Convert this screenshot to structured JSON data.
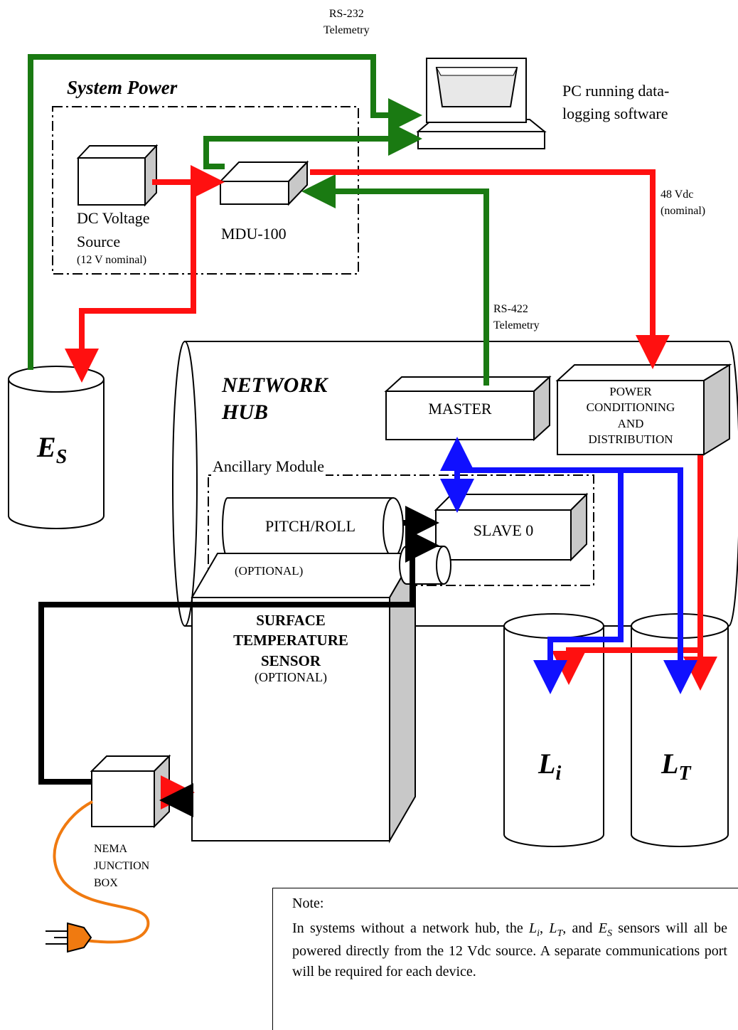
{
  "labels": {
    "rs232": "RS-232",
    "rs232_telemetry": "Telemetry",
    "pc_line1": "PC running data-",
    "pc_line2": "logging software",
    "system_power": "System Power",
    "dc_line1": "DC Voltage",
    "dc_line2": "Source",
    "dc_nominal": "(12 V nominal)",
    "mdu": "MDU-100",
    "vdc48": "48 Vdc",
    "vdc48_nominal": "(nominal)",
    "rs422": "RS-422",
    "rs422_telemetry": "Telemetry",
    "network": "NETWORK",
    "hub": "HUB",
    "master": "MASTER",
    "power_cond_1": "POWER",
    "power_cond_2": "CONDITIONING",
    "power_cond_3": "AND",
    "power_cond_4": "DISTRIBUTION",
    "ancillary": "Ancillary Module",
    "pitch_roll": "PITCH/ROLL",
    "slave0": "SLAVE 0",
    "optional_pr": "(OPTIONAL)",
    "es_main": "E",
    "es_sub": "S",
    "li_main": "L",
    "li_sub": "i",
    "lt_main": "L",
    "lt_sub": "T",
    "sts_1": "SURFACE",
    "sts_2": "TEMPERATURE",
    "sts_3": "SENSOR",
    "sts_opt": "(OPTIONAL)",
    "nema_1": "NEMA",
    "nema_2": "JUNCTION",
    "nema_3": "BOX"
  },
  "note": {
    "title": "Note:",
    "t1": "In systems without a network hub, the ",
    "li_main": "L",
    "li_sub": "i",
    "t2": ", ",
    "lt_main": "L",
    "lt_sub": "T",
    "t3": ", and ",
    "es_main": "E",
    "es_sub": "S",
    "t4": " sensors will all be powered directly from the 12 Vdc source.  A separate communications port will be required for each device."
  },
  "colors": {
    "telemetry_green": "#1a7a12",
    "power_red": "#ff1010",
    "hub_bus_blue": "#1010ff",
    "signal_black": "#000000",
    "ac_cord_orange": "#f07a10",
    "box_side_gray": "#c8c8c8"
  }
}
